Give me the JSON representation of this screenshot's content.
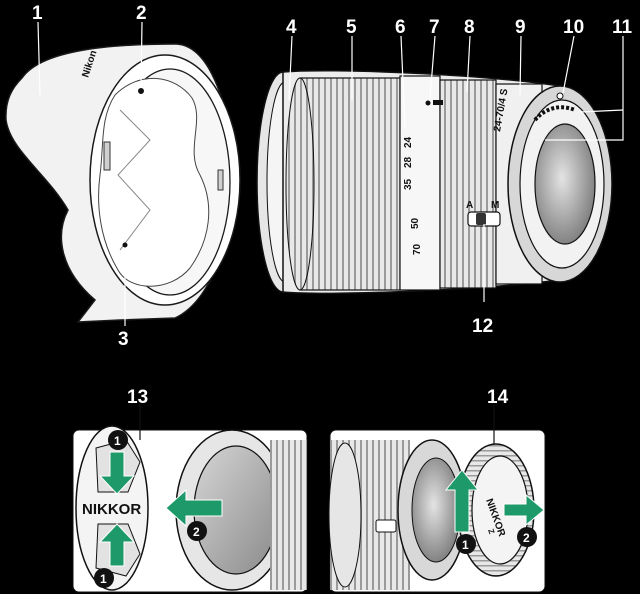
{
  "callouts": [
    "1",
    "2",
    "3",
    "4",
    "5",
    "6",
    "7",
    "8",
    "9",
    "10",
    "11",
    "12",
    "13",
    "14"
  ],
  "hood_brand": "Nikon",
  "zoom_marks": [
    "24",
    "28",
    "35",
    "50",
    "70"
  ],
  "lens_model": "24-70/4 S",
  "switch": {
    "left": "A",
    "right": "M"
  },
  "front_cap_text": "NIKKOR",
  "rear_cap_text": "NIKKOR",
  "rear_cap_sub": "Z",
  "step_numbers": [
    "1",
    "2"
  ]
}
